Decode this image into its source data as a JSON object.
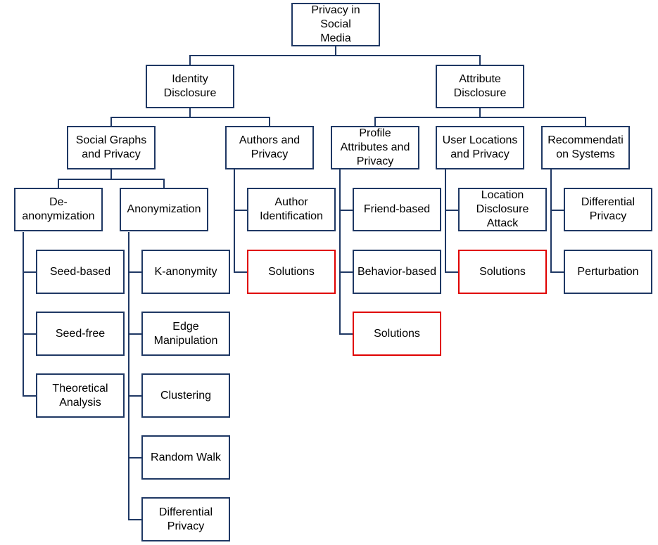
{
  "diagram": {
    "colors": {
      "line": "#1f3864",
      "box_border": "#1f3864",
      "highlight_border": "#e00000",
      "text": "#000000"
    },
    "root": "Privacy in Social\nMedia",
    "identity": "Identity\nDisclosure",
    "attribute": "Attribute\nDisclosure",
    "social_graphs": "Social Graphs\nand Privacy",
    "authors": "Authors and\nPrivacy",
    "profile": "Profile\nAttributes and\nPrivacy",
    "user_locations": "User Locations\nand Privacy",
    "recommendation": "Recommendati\non Systems",
    "deanon": "De-\nanonymization",
    "anon": "Anonymization",
    "seed_based": "Seed-based",
    "seed_free": "Seed-free",
    "theoretical": "Theoretical\nAnalysis",
    "k_anonymity": "K-anonymity",
    "edge_manip": "Edge\nManipulation",
    "clustering": "Clustering",
    "random_walk": "Random Walk",
    "anon_dp": "Differential\nPrivacy",
    "author_id": "Author\nIdentification",
    "author_solutions": "Solutions",
    "friend_based": "Friend-based",
    "behavior_based": "Behavior-based",
    "profile_solutions": "Solutions",
    "location_attack": "Location\nDisclosure\nAttack",
    "location_solutions": "Solutions",
    "rec_dp": "Differential\nPrivacy",
    "perturbation": "Perturbation"
  }
}
